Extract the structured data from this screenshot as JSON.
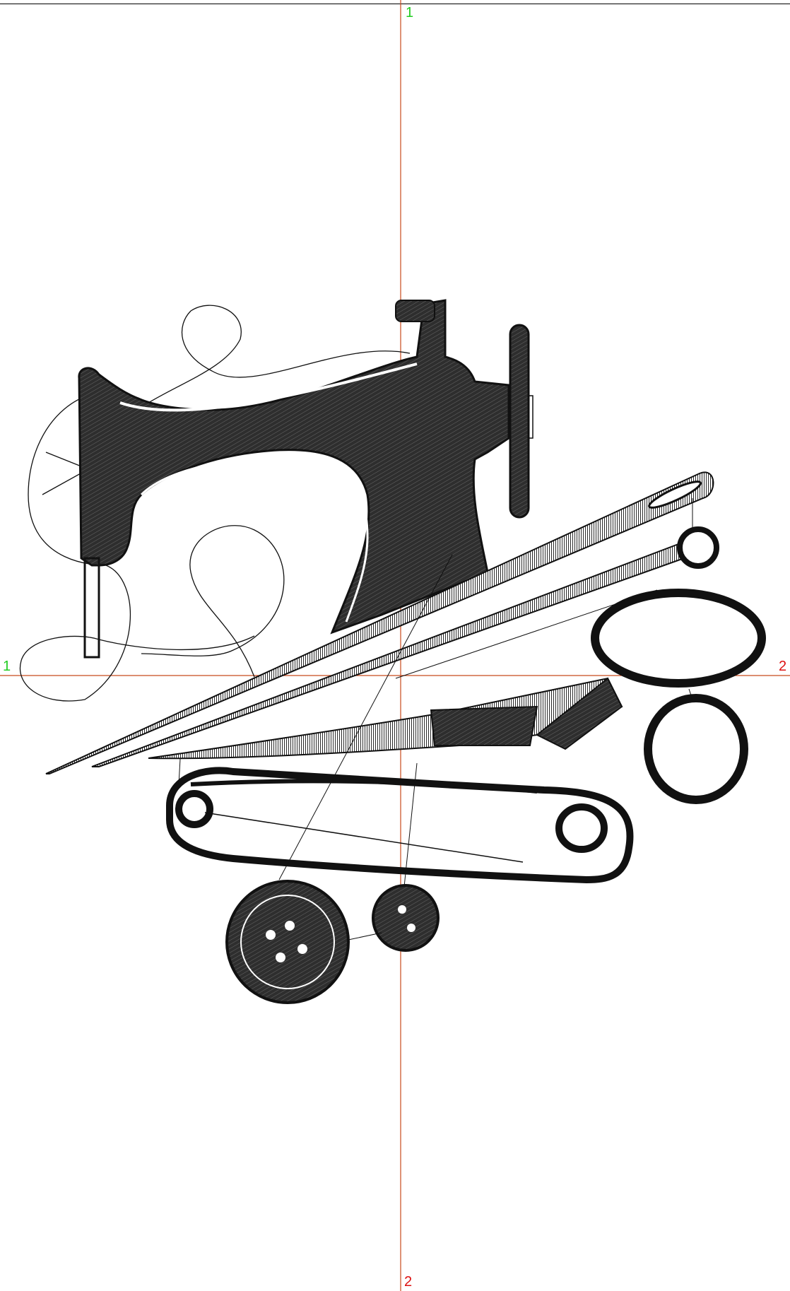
{
  "colors": {
    "guide_line": "#c84a1c",
    "green_label": "#22cc22",
    "red_label": "#dd1111",
    "stitch": "#111111",
    "fill_dark": "#3a3a3a",
    "background": "#ffffff"
  },
  "guides": {
    "vertical_top_label": "1",
    "vertical_bottom_label": "2",
    "horizontal_left_label": "1",
    "horizontal_right_label": "2"
  },
  "design": {
    "elements": [
      "sewing-machine",
      "needle",
      "needle",
      "scissors",
      "safety-pin",
      "button",
      "button"
    ]
  }
}
